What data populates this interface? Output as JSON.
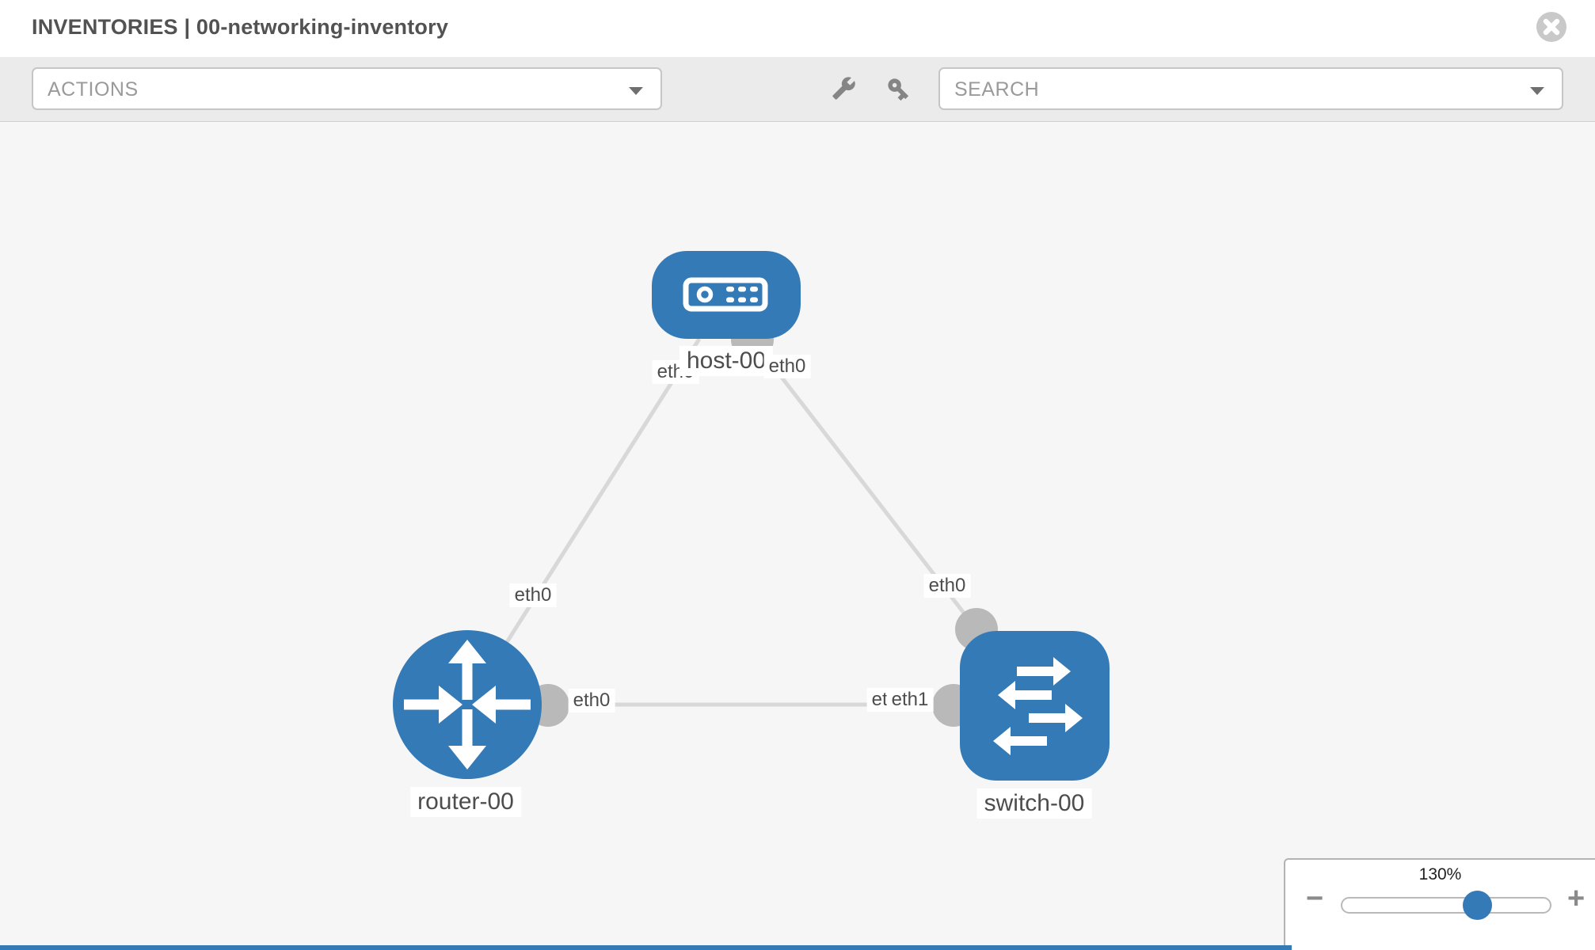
{
  "header": {
    "title": "INVENTORIES | 00-networking-inventory",
    "close_icon": "x-circle"
  },
  "toolbar": {
    "actions_placeholder": "ACTIONS",
    "search_placeholder": "SEARCH",
    "icons": [
      "wrench-icon",
      "key-icon"
    ]
  },
  "topology": {
    "nodes": [
      {
        "label": "host-00",
        "type": "host",
        "icon": "server-icon"
      },
      {
        "label": "router-00",
        "type": "router",
        "icon": "router-arrows-icon"
      },
      {
        "label": "switch-00",
        "type": "switch",
        "icon": "switch-arrows-icon"
      }
    ],
    "links": [
      {
        "from": "host-00",
        "to": "router-00",
        "from_interface": "eth0",
        "to_interface": "eth0"
      },
      {
        "from": "host-00",
        "to": "switch-00",
        "from_interface": "eth0",
        "to_interface": "eth0"
      },
      {
        "from": "router-00",
        "to": "switch-00",
        "from_interface": "eth0",
        "to_interface": "eth1"
      }
    ],
    "interfaces": {
      "host_left": "eth0",
      "host_right": "eth0",
      "router_top": "eth0",
      "router_right": "eth0",
      "switch_top": "eth0",
      "switch_left_back": "eth0",
      "switch_left_front": "eth1"
    },
    "colors": {
      "node_blue": "#337ab7",
      "link_gray": "#d8d8d8",
      "connector_gray": "#b9b9b9"
    }
  },
  "zoom_control": {
    "level": "130%",
    "minus_label": "−",
    "plus_label": "+"
  }
}
